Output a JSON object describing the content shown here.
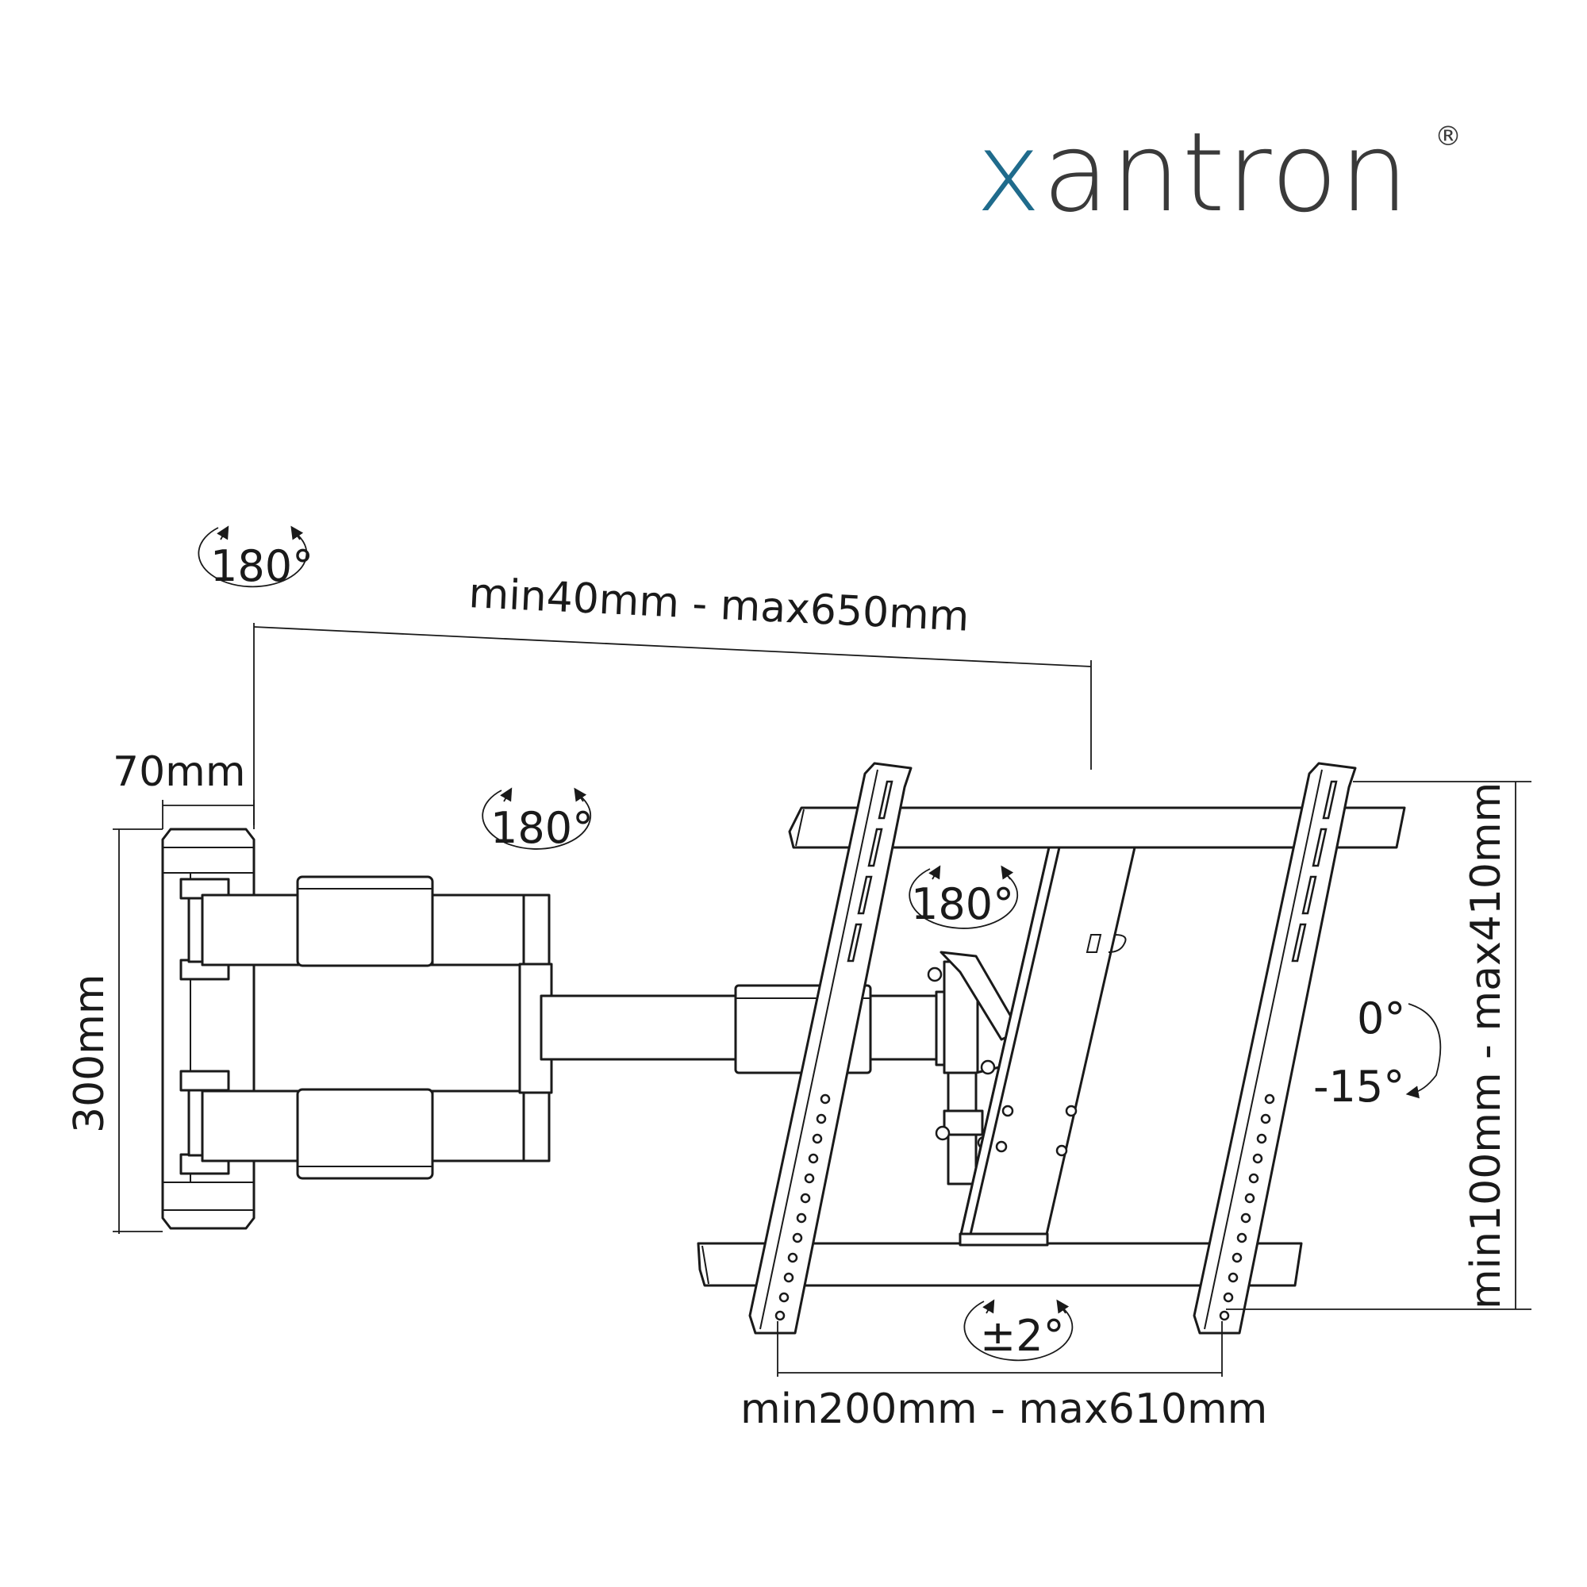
{
  "brand": {
    "name_first": "x",
    "name_rest": "antron",
    "registered": "®",
    "accent_color": "#1f6b8c",
    "text_color": "#3a3a3a"
  },
  "labels": {
    "swivel_wall": "180°",
    "arm_extension": "min40mm - max650mm",
    "swivel_arm": "180°",
    "wall_depth": "70mm",
    "swivel_head": "180°",
    "wall_height": "300mm",
    "tilt_up": "0°",
    "tilt_down": "-15°",
    "vesa_vertical": "min100mm - max410mm",
    "rotation": "±2°",
    "vesa_horizontal": "min200mm - max610mm"
  }
}
